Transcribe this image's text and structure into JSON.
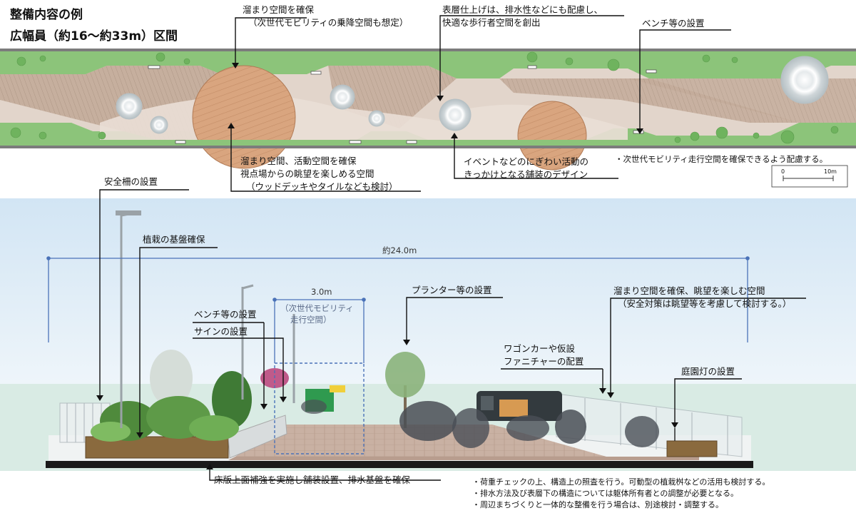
{
  "title": {
    "line1": "整備内容の例",
    "line2": "広幅員（約16～約33m）区間"
  },
  "plan": {
    "callouts": {
      "pool_top_l1": "溜まり空間を確保",
      "pool_top_l2": "（次世代モビリティの乗降空間も想定）",
      "surface_l1": "表層仕上げは、排水性などにも配慮し、",
      "surface_l2": "快適な歩行者空間を創出",
      "bench": "ベンチ等の設置",
      "activity_l1": "溜まり空間、活動空間を確保",
      "activity_l2": "視点場からの眺望を楽しめる空間",
      "activity_l3": "（ウッドデッキやタイルなども検討）",
      "event_l1": "イベントなどのにぎわい活動の",
      "event_l2": "きっかけとなる舗装のデザイン"
    },
    "mobility_note": "・次世代モビリティ走行空間を確保できるよう配慮する。",
    "scale": {
      "start": "0",
      "end": "10m"
    }
  },
  "section": {
    "callouts": {
      "fence": "安全柵の設置",
      "planting": "植栽の基盤確保",
      "bench": "ベンチ等の設置",
      "sign": "サインの設置",
      "planter": "プランター等の設置",
      "wagon_l1": "ワゴンカーや仮設",
      "wagon_l2": "ファニチャーの配置",
      "view_l1": "溜まり空間を確保、眺望を楽しむ空間",
      "view_l2": "（安全対策は眺望等を考慮して検討する。）",
      "garden_light": "庭園灯の設置",
      "slab": "床版上面補強を実施し舗装設置、排水基盤を確保"
    },
    "width_total": "約24.0m",
    "width_lane": "3.0m",
    "lane_label_l1": "（次世代モビリティ",
    "lane_label_l2": "走行空間）"
  },
  "notes": [
    "・荷重チェックの上、構造上の照査を行う。可動型の植栽桝などの活用も検討する。",
    "・排水方法及び表層下の構造については躯体所有者との調整が必要となる。",
    "・周辺まちづくりと一体的な整備を行う場合は、別途検討・調整する。"
  ],
  "colors": {
    "green": "#8cc47a",
    "deck": "#bfa592",
    "paving": "#e6dbd2",
    "wood": "#d9a57f",
    "sky": "#dbeaf5",
    "dim_line": "#4a72b8"
  }
}
